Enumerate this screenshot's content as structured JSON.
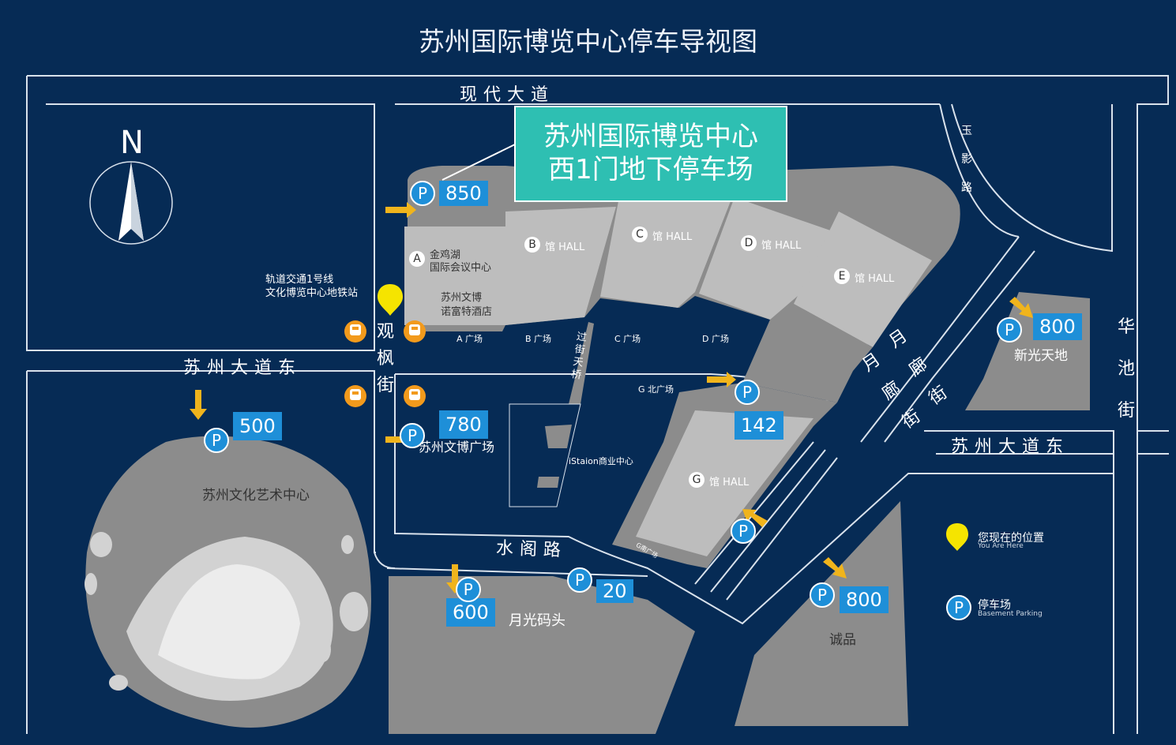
{
  "title": "苏州国际博览中心停车导视图",
  "compass": {
    "label": "N"
  },
  "streets": {
    "modern_avenue": "现代大道",
    "suzhou_ave_east_left": "苏州大道东",
    "suzhou_ave_east_right": "苏州大道东",
    "shuige_road": "水阁路",
    "guanfeng_street": "观枫街",
    "yuying_road": "玉影路",
    "yuelang_street_1": "月廊街",
    "yuelang_street_2": "月廊街",
    "huachi_street": "华池街",
    "overpass": "过街天桥"
  },
  "callout": {
    "line1": "苏州国际博览中心",
    "line2": "西1门地下停车场"
  },
  "halls": {
    "a": {
      "letter": "A",
      "name1": "金鸡湖",
      "name2": "国际会议中心"
    },
    "hotel": {
      "name1": "苏州文博",
      "name2": "诺富特酒店"
    },
    "b": {
      "letter": "B",
      "name": "馆 HALL"
    },
    "c": {
      "letter": "C",
      "name": "馆 HALL"
    },
    "d": {
      "letter": "D",
      "name": "馆 HALL"
    },
    "e": {
      "letter": "E",
      "name": "馆 HALL"
    },
    "g": {
      "letter": "G",
      "name": "馆 HALL"
    }
  },
  "plazas": {
    "a": "A 广场",
    "b": "B 广场",
    "c": "C 广场",
    "d": "D 广场",
    "g_north": "G 北广场",
    "g_south": "G南广场"
  },
  "places": {
    "metro": "轨道交通1号线\n文化博览中心地铁站",
    "metro_line1": "轨道交通1号线",
    "metro_line2": "文化博览中心地铁站",
    "wenbo_plaza": "苏州文博广场",
    "istation": "iStaion商业中心",
    "culture_center": "苏州文化艺术中心",
    "moon_pier": "月光码头",
    "xinguang": "新光天地",
    "eslite": "诚品"
  },
  "parking": {
    "p850": "850",
    "p780": "780",
    "p500": "500",
    "p600": "600",
    "p20": "20",
    "p142": "142",
    "p800_east": "800",
    "p800_eslite": "800",
    "symbol": "P"
  },
  "legend": {
    "you_are_here_cn": "您现在的位置",
    "you_are_here_en": "You Are Here",
    "parking_cn": "停车场",
    "parking_en": "Basement Parking",
    "parking_symbol": "P"
  },
  "colors": {
    "background": "#062b55",
    "building": "#8c8c8c",
    "building_light": "#bdbdbd",
    "parking_blue": "#1e8fd8",
    "callout_teal": "#2ebfb2",
    "arrow_yellow": "#f0b41c",
    "metro_orange": "#f29a1c",
    "pin_yellow": "#f5e400"
  }
}
